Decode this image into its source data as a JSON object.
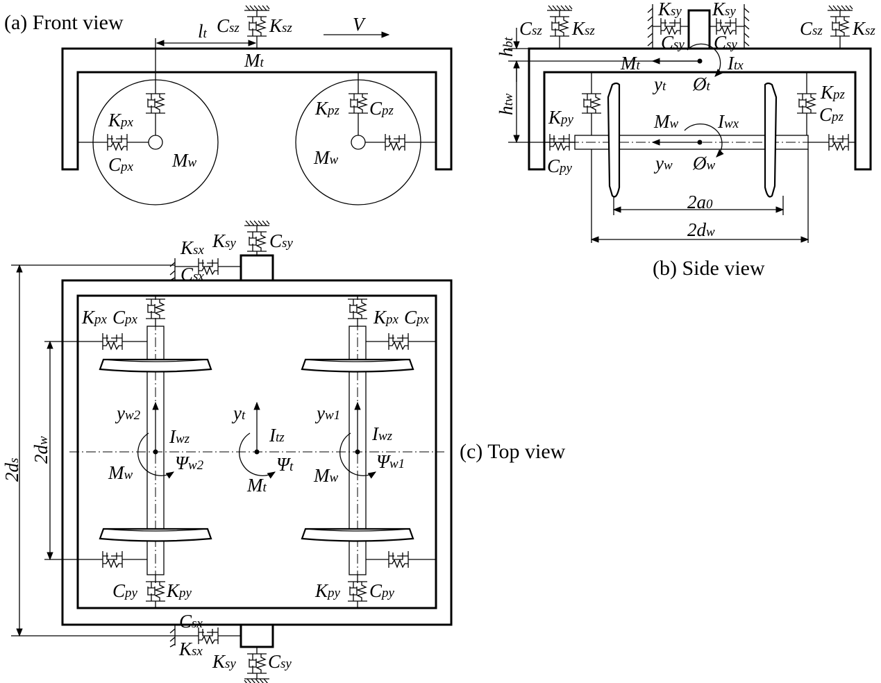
{
  "captions": {
    "front": "(a) Front view",
    "side": "(b) Side view",
    "top": "(c) Top view"
  },
  "labels": {
    "front": [
      {
        "id": "lt",
        "base": "l",
        "sub": "t"
      },
      {
        "id": "csz",
        "base": "C",
        "sub": "sz"
      },
      {
        "id": "ksz",
        "base": "K",
        "sub": "sz"
      },
      {
        "id": "v",
        "base": "V",
        "sub": ""
      },
      {
        "id": "mt",
        "base": "M",
        "sub": "t"
      },
      {
        "id": "kpx",
        "base": "K",
        "sub": "px"
      },
      {
        "id": "cpx",
        "base": "C",
        "sub": "px"
      },
      {
        "id": "mw1",
        "base": "M",
        "sub": "w"
      },
      {
        "id": "kpz",
        "base": "K",
        "sub": "pz"
      },
      {
        "id": "cpz",
        "base": "C",
        "sub": "pz"
      },
      {
        "id": "mw2",
        "base": "M",
        "sub": "w"
      }
    ],
    "side": [
      {
        "id": "csz_l",
        "base": "C",
        "sub": "sz"
      },
      {
        "id": "ksz_l",
        "base": "K",
        "sub": "sz"
      },
      {
        "id": "ksy_l",
        "base": "K",
        "sub": "sy"
      },
      {
        "id": "ksy_r",
        "base": "K",
        "sub": "sy"
      },
      {
        "id": "csy_l",
        "base": "C",
        "sub": "sy"
      },
      {
        "id": "csy_r",
        "base": "C",
        "sub": "sy"
      },
      {
        "id": "csz_r",
        "base": "C",
        "sub": "sz"
      },
      {
        "id": "ksz_r",
        "base": "K",
        "sub": "sz"
      },
      {
        "id": "hbt",
        "base": "h",
        "sub": "bt"
      },
      {
        "id": "htw",
        "base": "h",
        "sub": "tw"
      },
      {
        "id": "mt",
        "base": "M",
        "sub": "t"
      },
      {
        "id": "itx",
        "base": "I",
        "sub": "tx"
      },
      {
        "id": "yt",
        "base": "y",
        "sub": "t"
      },
      {
        "id": "phit",
        "base": "Ø",
        "sub": "t"
      },
      {
        "id": "kpz",
        "base": "K",
        "sub": "pz"
      },
      {
        "id": "cpz",
        "base": "C",
        "sub": "pz"
      },
      {
        "id": "kpy",
        "base": "K",
        "sub": "py"
      },
      {
        "id": "cpy",
        "base": "C",
        "sub": "py"
      },
      {
        "id": "mw",
        "base": "M",
        "sub": "w"
      },
      {
        "id": "iwx",
        "base": "I",
        "sub": "wx"
      },
      {
        "id": "yw",
        "base": "y",
        "sub": "w"
      },
      {
        "id": "phiw",
        "base": "Ø",
        "sub": "w"
      },
      {
        "id": "a0",
        "base": "2a",
        "sub": "0"
      },
      {
        "id": "dw",
        "base": "2d",
        "sub": "w"
      }
    ],
    "top": [
      {
        "id": "ksx_t",
        "base": "K",
        "sub": "sx"
      },
      {
        "id": "ksy_t",
        "base": "K",
        "sub": "sy"
      },
      {
        "id": "csy_t",
        "base": "C",
        "sub": "sy"
      },
      {
        "id": "csx_t",
        "base": "C",
        "sub": "sx"
      },
      {
        "id": "kpx_l",
        "base": "K",
        "sub": "px"
      },
      {
        "id": "cpx_l",
        "base": "C",
        "sub": "px"
      },
      {
        "id": "kpx_r",
        "base": "K",
        "sub": "px"
      },
      {
        "id": "cpx_r",
        "base": "C",
        "sub": "px"
      },
      {
        "id": "ds",
        "base": "2d",
        "sub": "s"
      },
      {
        "id": "dw",
        "base": "2d",
        "sub": "w"
      },
      {
        "id": "yw2",
        "base": "y",
        "sub": "w2"
      },
      {
        "id": "iwz_l",
        "base": "I",
        "sub": "wz"
      },
      {
        "id": "mw_l",
        "base": "M",
        "sub": "w"
      },
      {
        "id": "psiw2",
        "base": "Ψ",
        "sub": "w2"
      },
      {
        "id": "yt",
        "base": "y",
        "sub": "t"
      },
      {
        "id": "itz",
        "base": "I",
        "sub": "tz"
      },
      {
        "id": "psit",
        "base": "Ψ",
        "sub": "t"
      },
      {
        "id": "mt",
        "base": "M",
        "sub": "t"
      },
      {
        "id": "yw1",
        "base": "y",
        "sub": "w1"
      },
      {
        "id": "iwz_r",
        "base": "I",
        "sub": "wz"
      },
      {
        "id": "mw_r",
        "base": "M",
        "sub": "w"
      },
      {
        "id": "psiw1",
        "base": "Ψ",
        "sub": "w1"
      },
      {
        "id": "cpy_l",
        "base": "C",
        "sub": "py"
      },
      {
        "id": "kpy_l",
        "base": "K",
        "sub": "py"
      },
      {
        "id": "kpy_r",
        "base": "K",
        "sub": "py"
      },
      {
        "id": "cpy_r",
        "base": "C",
        "sub": "py"
      },
      {
        "id": "csx_b",
        "base": "C",
        "sub": "sx"
      },
      {
        "id": "ksx_b",
        "base": "K",
        "sub": "sx"
      },
      {
        "id": "ksy_b",
        "base": "K",
        "sub": "sy"
      },
      {
        "id": "csy_b",
        "base": "C",
        "sub": "sy"
      }
    ]
  }
}
